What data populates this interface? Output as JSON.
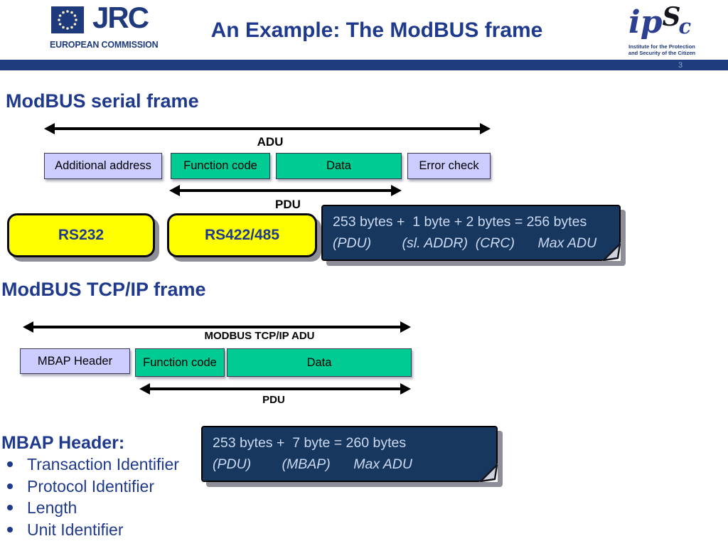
{
  "header": {
    "title": "An Example: The ModBUS frame",
    "jrc": {
      "acronym": "JRC",
      "org": "EUROPEAN COMMISSION"
    },
    "ipsc": {
      "script_ip": "ip",
      "script_s": "S",
      "script_c": "c",
      "tagline1": "Institute for the Protection",
      "tagline2": "and Security of the Citizen"
    },
    "page_number": "3"
  },
  "serial": {
    "heading": "ModBUS serial frame",
    "adu_label": "ADU",
    "pdu_label": "PDU",
    "boxes": [
      {
        "label": "Additional address",
        "color": "lavender"
      },
      {
        "label": "Function code",
        "color": "green"
      },
      {
        "label": "Data",
        "color": "green"
      },
      {
        "label": "Error check",
        "color": "lavender"
      }
    ],
    "buttons": [
      "RS232",
      "RS422/485"
    ],
    "note": {
      "line1": "253 bytes +  1 byte + 2 bytes = 256 bytes",
      "line2": "(PDU)        (sl. ADDR)  (CRC)      Max ADU"
    }
  },
  "tcp": {
    "heading": "ModBUS TCP/IP frame",
    "adu_label": "MODBUS TCP/IP ADU",
    "pdu_label": "PDU",
    "boxes": [
      {
        "label": "MBAP Header",
        "color": "lavender"
      },
      {
        "label": "Function code",
        "color": "green"
      },
      {
        "label": "Data",
        "color": "green"
      }
    ],
    "note": {
      "line1": "253 bytes +  7 byte = 260 bytes",
      "line2": "(PDU)        (MBAP)      Max ADU"
    }
  },
  "mbap": {
    "heading": "MBAP Header:",
    "items": [
      "Transaction Identifier",
      "Protocol Identifier",
      "Length",
      "Unit Identifier"
    ]
  },
  "colors": {
    "heading-navy": "#1f3a8c",
    "logo-navy": "#1e3a7d",
    "bar-navy": "#1e3c7e",
    "note-navy": "#17375e",
    "note-text": "#cbdaf3",
    "lavender": "#ccccff",
    "green": "#00cb92",
    "yellow": "#ffff00",
    "page-number": "#8fa6d4"
  }
}
